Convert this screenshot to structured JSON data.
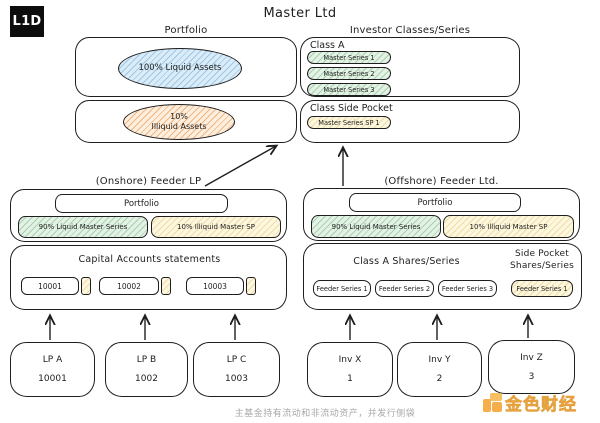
{
  "logo": {
    "text": "L1D"
  },
  "title": "Master Ltd",
  "master": {
    "portfolio_label": "Portfolio",
    "investor_label": "Investor Classes/Series",
    "liquid_ellipse": "100% Liquid Assets",
    "illiquid_ellipse_line1": "10%",
    "illiquid_ellipse_line2": "Illiquid Assets",
    "class_a": {
      "label": "Class A",
      "series": [
        "Master Series 1",
        "Master Series 2",
        "Master Series 3"
      ]
    },
    "side_pocket": {
      "label": "Class Side Pocket",
      "series": [
        "Master Series SP 1"
      ]
    }
  },
  "onshore": {
    "label": "(Onshore) Feeder LP",
    "portfolio": "Portfolio",
    "liquid_pill": "90% Liquid Master Series",
    "illiquid_pill": "10% Illiquid Master SP",
    "capital_header": "Capital Accounts statements",
    "accounts": [
      "10001",
      "10002",
      "10003"
    ]
  },
  "offshore": {
    "label": "(Offshore) Feeder Ltd.",
    "portfolio": "Portfolio",
    "liquid_pill": "90% Liquid Master Series",
    "illiquid_pill": "10% Illiquid Master SP",
    "class_a_header": "Class A Shares/Series",
    "side_pocket_header_line1": "Side Pocket",
    "side_pocket_header_line2": "Shares/Series",
    "feeder_series": [
      "Feeder Series 1",
      "Feeder Series 2",
      "Feeder Series 3"
    ],
    "side_pocket_series": "Feeder Series 1"
  },
  "investors": [
    {
      "name": "LP A",
      "number": "10001"
    },
    {
      "name": "LP B",
      "number": "1002"
    },
    {
      "name": "LP C",
      "number": "1003"
    },
    {
      "name": "Inv X",
      "number": "1"
    },
    {
      "name": "Inv Y",
      "number": "2"
    },
    {
      "name": "Inv Z",
      "number": "3"
    }
  ],
  "caption": "主基金持有流动和非流动资产，并发行侧袋",
  "watermark": "金色财经",
  "colors": {
    "liquid_blue": "#d9ecf8",
    "illiquid_orange": "#fdeedd",
    "series_green": "#e3f2e5",
    "side_pocket_yellow": "#fdf7df",
    "watermark_orange": "#f5a928",
    "line": "#1e1e1e"
  }
}
